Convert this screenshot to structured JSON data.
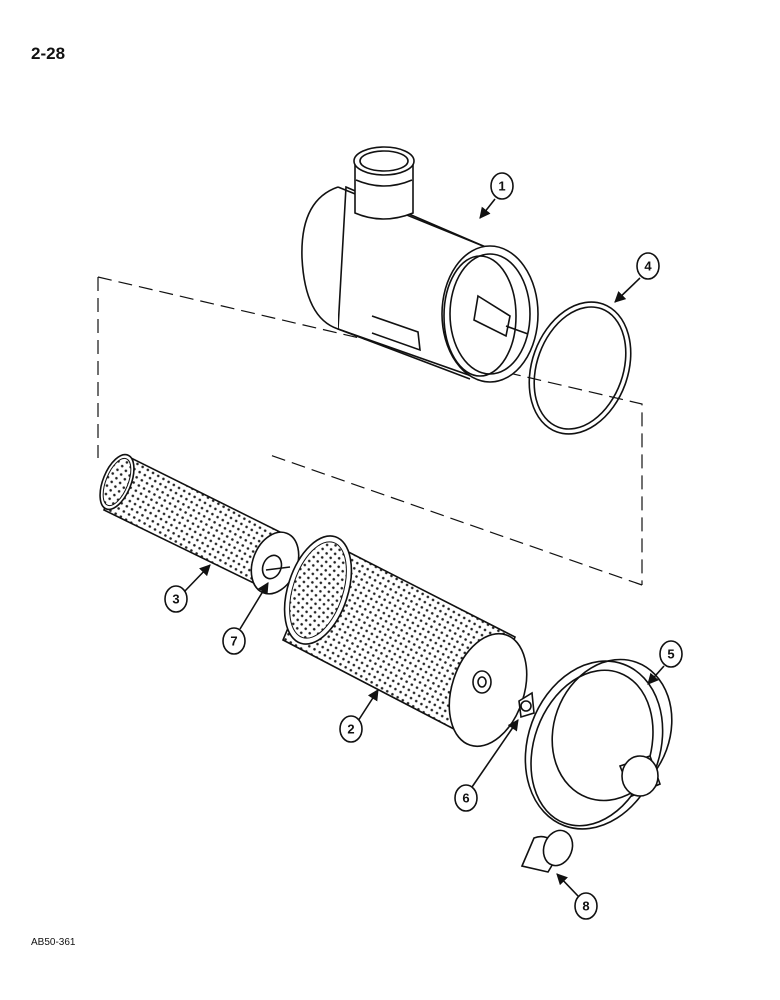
{
  "page_number": "2-28",
  "figure_code": "AB50-361",
  "callouts": [
    {
      "label": "1"
    },
    {
      "label": "2"
    },
    {
      "label": "3"
    },
    {
      "label": "4"
    },
    {
      "label": "5"
    },
    {
      "label": "6"
    },
    {
      "label": "7"
    },
    {
      "label": "8"
    }
  ]
}
